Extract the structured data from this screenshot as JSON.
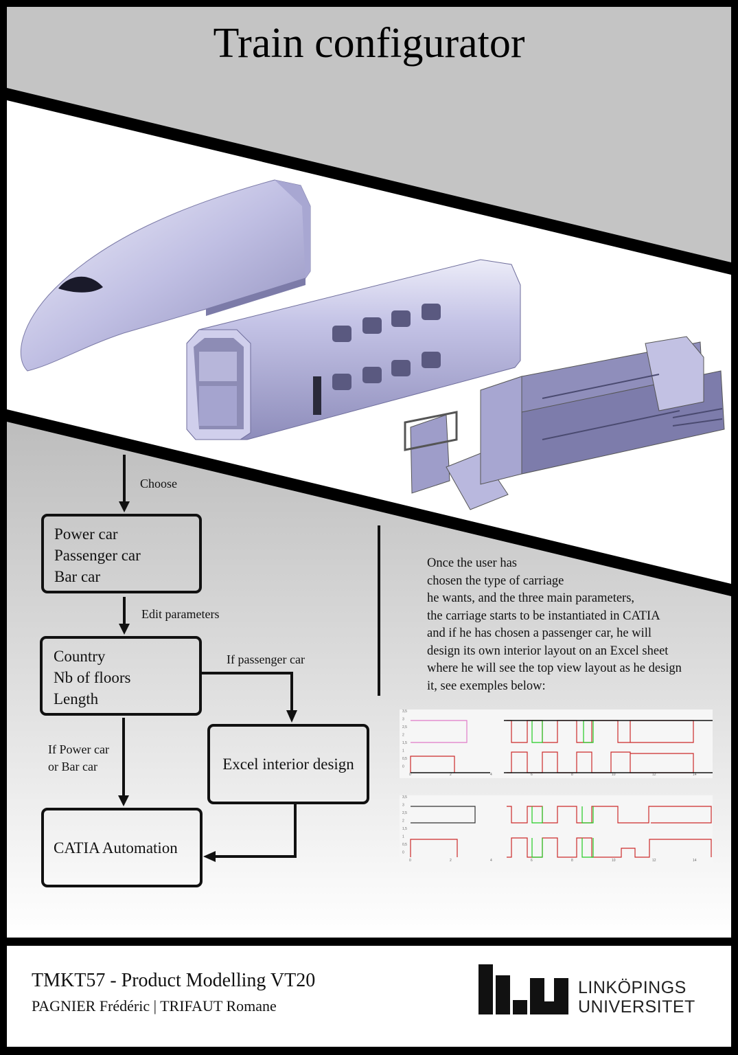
{
  "title": "Train configurator",
  "flow": {
    "step1_arrow_label": "Choose",
    "car_types": [
      "Power car",
      "Passenger car",
      "Bar car"
    ],
    "step2_arrow_label": "Edit parameters",
    "parameters": [
      "Country",
      "Nb of floors",
      "Length"
    ],
    "branch_passenger_label": "If passenger car",
    "branch_other_label": [
      "If Power car",
      "or Bar car"
    ],
    "excel_box": "Excel interior design",
    "catia_box": "CATIA Automation"
  },
  "description": [
    "Once the user has",
    "chosen the type of carriage",
    "he wants, and the three main parameters,",
    "the carriage starts to be instantiated in CATIA",
    "and if he has chosen a passenger car, he will",
    "design its own interior layout on an Excel sheet",
    "where he will see the top view layout as he design",
    "it, see exemples below:"
  ],
  "layout_charts": {
    "y_ticks": [
      "3,5",
      "3",
      "2,5",
      "2",
      "1,5",
      "1",
      "0,5",
      "0"
    ],
    "x_ticks": [
      "0",
      "2",
      "4",
      "6",
      "8",
      "10",
      "12",
      "14"
    ]
  },
  "footer": {
    "course": "TMKT57 - Product Modelling VT20",
    "authors": "PAGNIER Frédéric | TRIFAUT Romane",
    "logo_line1": "LINKÖPINGS",
    "logo_line2": "UNIVERSITET"
  },
  "colors": {
    "header_gray": "#c4c4c4",
    "car_body": "#b9b8de",
    "chart_red": "#cc2a2a",
    "chart_green": "#22cc22",
    "chart_pink": "#e07ac8"
  },
  "icons": [
    "power-car-3d-model",
    "passenger-car-3d-model",
    "interior-layout-3d-model",
    "liu-logo-icon"
  ]
}
